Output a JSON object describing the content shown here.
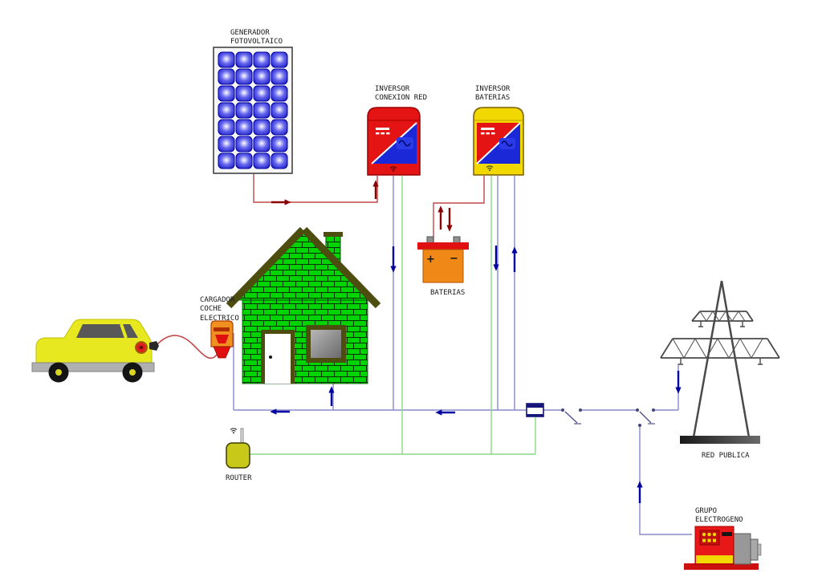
{
  "diagram": {
    "nodes": {
      "solar_panel": {
        "label": "GENERADOR\nFOTOVOLTAICO"
      },
      "grid_inverter": {
        "label": "INVERSOR\nCONEXION RED"
      },
      "battery_inverter": {
        "label": "INVERSOR\nBATERIAS"
      },
      "batteries": {
        "label": "BATERIAS"
      },
      "ev_charger": {
        "label": "CARGADOR\nCOCHE\nELECTRICO"
      },
      "router": {
        "label": "ROUTER"
      },
      "public_grid": {
        "label": "RED PUBLICA"
      },
      "genset": {
        "label": "GRUPO\nELECTROGENO"
      }
    },
    "battery_terminals": {
      "plus": "+",
      "minus": "−"
    },
    "colors": {
      "dc_wire": "#c04848",
      "dc_arrow": "#8b0000",
      "ac_wire": "#8888cc",
      "ac_arrow": "#0000a0",
      "comm_wire": "#88d888",
      "inverter_red": "#e41414",
      "inverter_blue": "#1a28d8",
      "inverter_yellow": "#f0d800",
      "battery_orange": "#f08818",
      "house_brick_green": "#00d400",
      "roof_olive": "#4d4d10",
      "car_yellow": "#e8e820"
    }
  }
}
